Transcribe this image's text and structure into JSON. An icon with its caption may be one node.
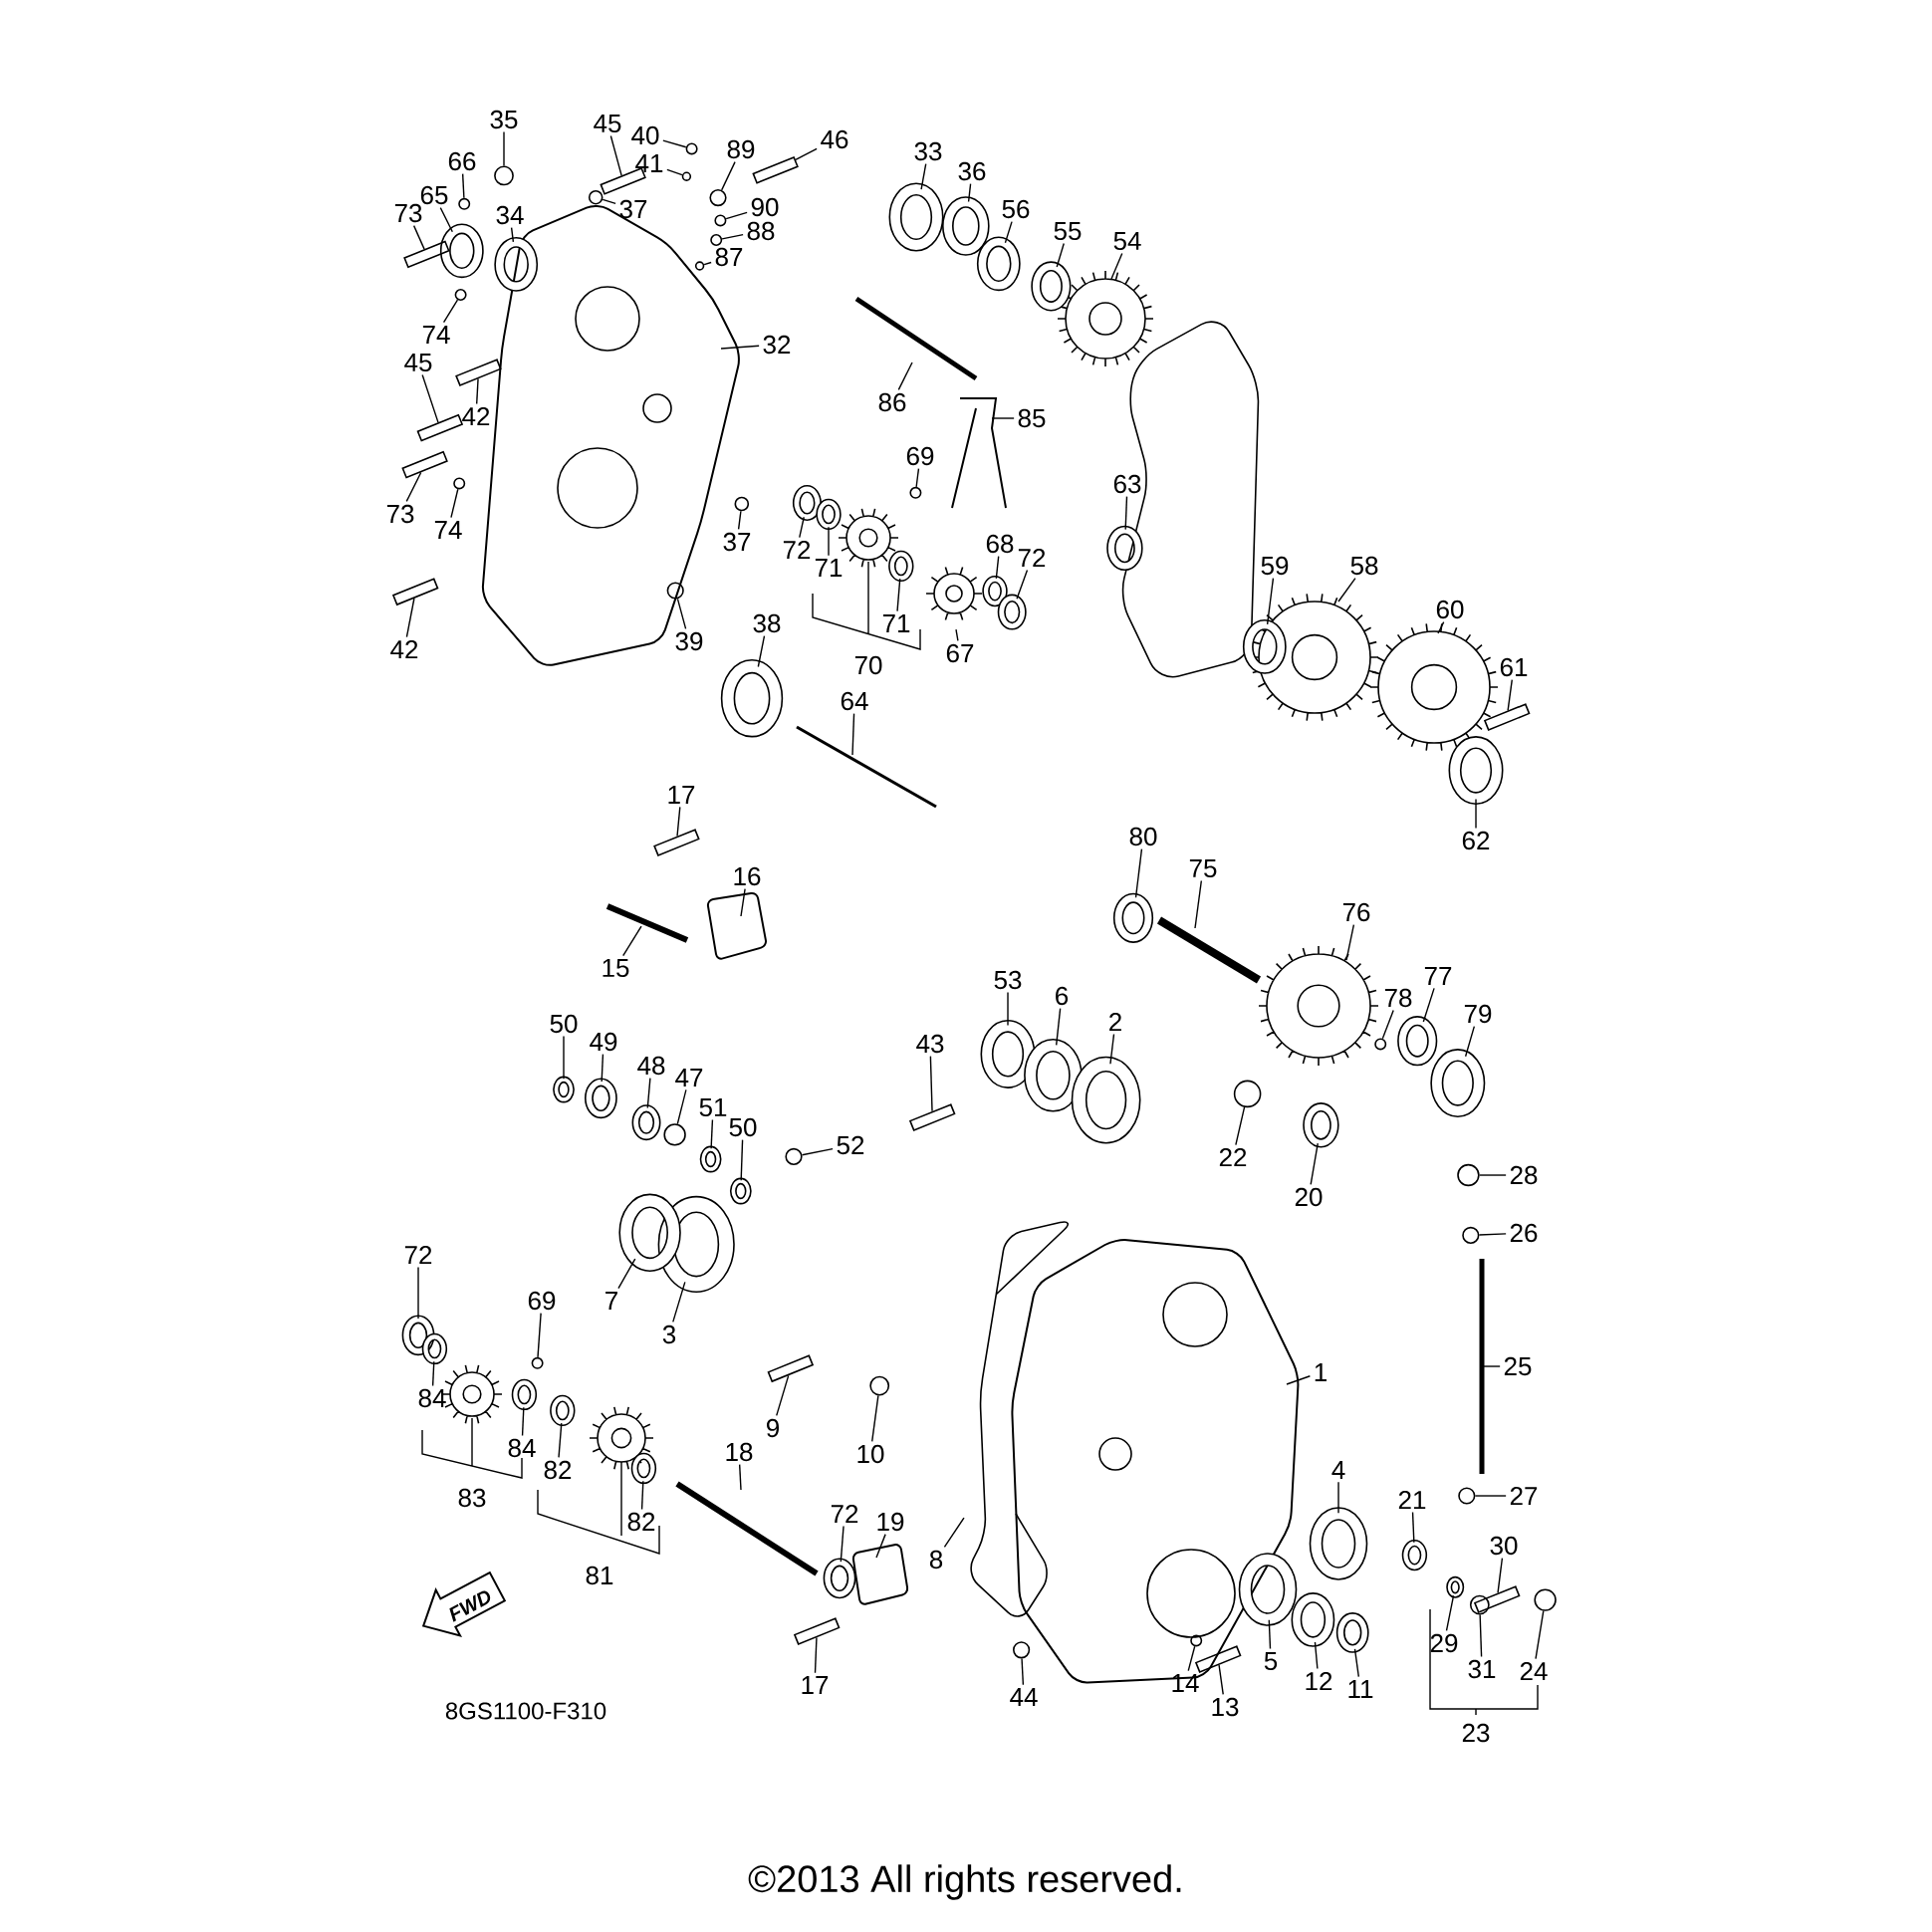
{
  "diagram": {
    "nodes": [
      {
        "text": [
          "35"
        ]
      },
      {
        "text": [
          "45"
        ]
      },
      {
        "text": [
          "40"
        ]
      },
      {
        "text": [
          "41"
        ]
      },
      {
        "text": [
          "89"
        ]
      },
      {
        "text": [
          "46"
        ]
      },
      {
        "text": [
          "33"
        ]
      },
      {
        "text": [
          "36"
        ]
      },
      {
        "text": [
          "56"
        ]
      },
      {
        "text": [
          "55"
        ]
      },
      {
        "text": [
          "54"
        ]
      },
      {
        "text": [
          "66"
        ]
      },
      {
        "text": [
          "65"
        ]
      },
      {
        "text": [
          "73"
        ]
      },
      {
        "text": [
          "34"
        ]
      },
      {
        "text": [
          "37"
        ]
      },
      {
        "text": [
          "90"
        ]
      },
      {
        "text": [
          "88"
        ]
      },
      {
        "text": [
          "87"
        ]
      },
      {
        "text": [
          "74"
        ]
      },
      {
        "text": [
          "32"
        ]
      },
      {
        "text": [
          "45"
        ]
      },
      {
        "text": [
          "42"
        ]
      },
      {
        "text": [
          "86"
        ]
      },
      {
        "text": [
          "85"
        ]
      },
      {
        "text": [
          "73"
        ]
      },
      {
        "text": [
          "74"
        ]
      },
      {
        "text": [
          "37"
        ]
      },
      {
        "text": [
          "72"
        ]
      },
      {
        "text": [
          "71"
        ]
      },
      {
        "text": [
          "69"
        ]
      },
      {
        "text": [
          "71"
        ]
      },
      {
        "text": [
          "68"
        ]
      },
      {
        "text": [
          "72"
        ]
      },
      {
        "text": [
          "67"
        ]
      },
      {
        "text": [
          "63"
        ]
      },
      {
        "text": [
          "59"
        ]
      },
      {
        "text": [
          "58"
        ]
      },
      {
        "text": [
          "60"
        ]
      },
      {
        "text": [
          "61"
        ]
      },
      {
        "text": [
          "62"
        ]
      },
      {
        "text": [
          "39"
        ]
      },
      {
        "text": [
          "42"
        ]
      },
      {
        "text": [
          "38"
        ]
      },
      {
        "text": [
          "64"
        ]
      },
      {
        "text": [
          "17"
        ]
      },
      {
        "text": [
          "16"
        ]
      },
      {
        "text": [
          "15"
        ]
      },
      {
        "text": [
          "80"
        ]
      },
      {
        "text": [
          "75"
        ]
      },
      {
        "text": [
          "76"
        ]
      },
      {
        "text": [
          "77"
        ]
      },
      {
        "text": [
          "78"
        ]
      },
      {
        "text": [
          "79"
        ]
      },
      {
        "text": [
          "50"
        ]
      },
      {
        "text": [
          "49"
        ]
      },
      {
        "text": [
          "48"
        ]
      },
      {
        "text": [
          "47"
        ]
      },
      {
        "text": [
          "51"
        ]
      },
      {
        "text": [
          "50"
        ]
      },
      {
        "text": [
          "52"
        ]
      },
      {
        "text": [
          "43"
        ]
      },
      {
        "text": [
          "53"
        ]
      },
      {
        "text": [
          "6"
        ]
      },
      {
        "text": [
          "2"
        ]
      },
      {
        "text": [
          "22"
        ]
      },
      {
        "text": [
          "20"
        ]
      },
      {
        "text": [
          "28"
        ]
      },
      {
        "text": [
          "26"
        ]
      },
      {
        "text": [
          "25"
        ]
      },
      {
        "text": [
          "1"
        ]
      },
      {
        "text": [
          "27"
        ]
      },
      {
        "text": [
          "21"
        ]
      },
      {
        "text": [
          "4"
        ]
      },
      {
        "text": [
          "30"
        ]
      },
      {
        "text": [
          "24"
        ]
      },
      {
        "text": [
          "29"
        ]
      },
      {
        "text": [
          "31"
        ]
      },
      {
        "text": [
          "5"
        ]
      },
      {
        "text": [
          "12"
        ]
      },
      {
        "text": [
          "11"
        ]
      },
      {
        "text": [
          "13"
        ]
      },
      {
        "text": [
          "14"
        ]
      },
      {
        "text": [
          "44"
        ]
      },
      {
        "text": [
          "8"
        ]
      },
      {
        "text": [
          "19"
        ]
      },
      {
        "text": [
          "72"
        ]
      },
      {
        "text": [
          "17"
        ]
      },
      {
        "text": [
          "18"
        ]
      },
      {
        "text": [
          "10"
        ]
      },
      {
        "text": [
          "9"
        ]
      },
      {
        "text": [
          "3"
        ]
      },
      {
        "text": [
          "7"
        ]
      },
      {
        "text": [
          "72"
        ]
      },
      {
        "text": [
          "69"
        ]
      },
      {
        "text": [
          "84"
        ]
      },
      {
        "text": [
          "84"
        ]
      },
      {
        "text": [
          "82"
        ]
      },
      {
        "text": [
          "82"
        ]
      },
      {
        "text": [
          "FWD"
        ]
      },
      {
        "text": [],
        "shape": "circle"
      },
      {
        "text": [],
        "shape": "picture"
      },
      {
        "text": [],
        "shape": "circle"
      },
      {
        "text": [],
        "shape": "circle"
      },
      {
        "text": [],
        "shape": "circle"
      },
      {
        "text": [],
        "shape": "picture"
      },
      {
        "text": [],
        "shape": "circle"
      },
      {
        "text": [],
        "shape": "circle"
      },
      {
        "text": [],
        "shape": "circle"
      },
      {
        "text": [],
        "shape": "circle"
      },
      {
        "text": [],
        "shape": "circle"
      },
      {
        "text": [],
        "shape": "circle"
      },
      {
        "text": [],
        "shape": "picture"
      },
      {
        "text": [],
        "shape": "circle"
      },
      {
        "text": [],
        "shape": "circle"
      },
      {
        "text": [],
        "shape": "circle"
      },
      {
        "text": [],
        "shape": "circle"
      },
      {
        "text": [],
        "shape": "circle"
      },
      {
        "text": [],
        "shape": "circle"
      },
      {
        "text": [],
        "shape": "picture"
      },
      {
        "text": [],
        "shape": "picture"
      },
      {
        "text": [],
        "shape": "picture"
      },
      {
        "text": [],
        "shape": "circle"
      },
      {
        "text": [],
        "shape": "circle"
      },
      {
        "text": [],
        "shape": "circle"
      },
      {
        "text": [],
        "shape": "circle"
      },
      {
        "text": [],
        "shape": "circle"
      },
      {
        "text": [],
        "shape": "circle"
      },
      {
        "text": [],
        "shape": "circle"
      },
      {
        "text": [],
        "shape": "circle"
      },
      {
        "text": [],
        "shape": "circle"
      },
      {
        "text": [],
        "shape": "circle"
      },
      {
        "text": [],
        "shape": "picture"
      },
      {
        "text": [],
        "shape": "circle"
      },
      {
        "text": [],
        "shape": "circle"
      },
      {
        "text": [],
        "shape": "picture"
      },
      {
        "text": [],
        "shape": "circle"
      },
      {
        "text": [],
        "shape": "picture"
      },
      {
        "text": [],
        "shape": "circle"
      },
      {
        "text": [],
        "shape": "circle"
      },
      {
        "text": [],
        "shape": "circle"
      },
      {
        "text": [],
        "shape": "circle"
      },
      {
        "text": [],
        "shape": "circle"
      },
      {
        "text": [],
        "shape": "circle"
      },
      {
        "text": [],
        "shape": "circle"
      },
      {
        "text": [],
        "shape": "circle"
      },
      {
        "text": [],
        "shape": "circle"
      },
      {
        "text": [],
        "shape": "circle"
      },
      {
        "text": [],
        "shape": "circle"
      },
      {
        "text": [],
        "shape": "picture"
      },
      {
        "text": [],
        "shape": "circle"
      },
      {
        "text": [],
        "shape": "circle"
      },
      {
        "text": [],
        "shape": "circle"
      },
      {
        "text": [],
        "shape": "circle"
      },
      {
        "text": [],
        "shape": "circle"
      },
      {
        "text": [],
        "shape": "circle"
      },
      {
        "text": [],
        "shape": "circle"
      },
      {
        "text": [],
        "shape": "circle"
      },
      {
        "text": [],
        "shape": "circle"
      },
      {
        "text": [],
        "shape": "circle"
      },
      {
        "text": [],
        "shape": "picture"
      },
      {
        "text": [],
        "shape": "circle"
      },
      {
        "text": [],
        "shape": "circle"
      },
      {
        "text": [],
        "shape": "circle"
      },
      {
        "text": [],
        "shape": "circle"
      },
      {
        "text": [],
        "shape": "circle"
      },
      {
        "text": [],
        "shape": "circle"
      },
      {
        "text": [],
        "shape": "picture"
      },
      {
        "text": [],
        "shape": "circle"
      },
      {
        "text": [],
        "shape": "circle"
      },
      {
        "text": [],
        "shape": "circle"
      },
      {
        "text": [],
        "shape": "picture"
      },
      {
        "text": [],
        "shape": "circle"
      },
      {
        "text": [],
        "shape": "picture"
      },
      {
        "text": [],
        "shape": "circle"
      },
      {
        "text": [],
        "shape": "circle"
      },
      {
        "text": [],
        "shape": "circle"
      },
      {
        "text": [],
        "shape": "circle"
      },
      {
        "text": [],
        "shape": "circle"
      },
      {
        "text": [],
        "shape": "circle"
      },
      {
        "text": [],
        "shape": "circle"
      },
      {
        "text": [],
        "shape": "circle"
      }
    ],
    "edges": [
      {
        "from": 0,
        "to": 100,
        "arrow": "none"
      },
      {
        "from": 1,
        "to": 101,
        "arrow": "none"
      },
      {
        "from": 2,
        "to": 102,
        "arrow": "none"
      },
      {
        "from": 3,
        "to": 103,
        "arrow": "none"
      },
      {
        "from": 4,
        "to": 104,
        "arrow": "none"
      },
      {
        "from": 5,
        "to": 105,
        "arrow": "none"
      },
      {
        "from": 6,
        "to": 106,
        "arrow": "none"
      },
      {
        "from": 7,
        "to": 107,
        "arrow": "none"
      },
      {
        "from": 8,
        "to": 108,
        "arrow": "none"
      },
      {
        "from": 9,
        "to": 109,
        "arrow": "none"
      },
      {
        "from": 10,
        "to": null,
        "arrow": "none"
      },
      {
        "from": 11,
        "to": 110,
        "arrow": "none"
      },
      {
        "from": 12,
        "to": 111,
        "arrow": "none"
      },
      {
        "from": 13,
        "to": 112,
        "arrow": "none"
      },
      {
        "from": 14,
        "to": 113,
        "arrow": "none"
      },
      {
        "from": 15,
        "to": 114,
        "arrow": "none"
      },
      {
        "from": 16,
        "to": 115,
        "arrow": "none"
      },
      {
        "from": 17,
        "to": 116,
        "arrow": "none"
      },
      {
        "from": 18,
        "to": 117,
        "arrow": "none"
      },
      {
        "from": 19,
        "to": 118,
        "arrow": "none"
      },
      {
        "from": 20,
        "to": null,
        "arrow": "none"
      },
      {
        "from": 21,
        "to": 119,
        "arrow": "none"
      },
      {
        "from": 22,
        "to": 120,
        "arrow": "none"
      },
      {
        "from": 23,
        "to": null,
        "arrow": "none"
      },
      {
        "from": 24,
        "to": null,
        "arrow": "none"
      },
      {
        "from": 25,
        "to": 121,
        "arrow": "none"
      },
      {
        "from": 26,
        "to": 122,
        "arrow": "none"
      },
      {
        "from": 27,
        "to": 123,
        "arrow": "none"
      },
      {
        "from": 28,
        "to": 124,
        "arrow": "none"
      },
      {
        "from": 29,
        "to": 125,
        "arrow": "none"
      },
      {
        "from": 30,
        "to": 126,
        "arrow": "none"
      },
      {
        "from": 31,
        "to": 127,
        "arrow": "none"
      },
      {
        "from": 32,
        "to": 128,
        "arrow": "none"
      },
      {
        "from": 33,
        "to": 129,
        "arrow": "none"
      },
      {
        "from": 34,
        "to": null,
        "arrow": "none"
      },
      {
        "from": 35,
        "to": 130,
        "arrow": "none"
      },
      {
        "from": 36,
        "to": 131,
        "arrow": "none"
      },
      {
        "from": 37,
        "to": null,
        "arrow": "none"
      },
      {
        "from": 38,
        "to": null,
        "arrow": "none"
      },
      {
        "from": 39,
        "to": 132,
        "arrow": "none"
      },
      {
        "from": 40,
        "to": 133,
        "arrow": "none"
      },
      {
        "from": 41,
        "to": 134,
        "arrow": "none"
      },
      {
        "from": 42,
        "to": 135,
        "arrow": "none"
      },
      {
        "from": 43,
        "to": 136,
        "arrow": "none"
      },
      {
        "from": 44,
        "to": null,
        "arrow": "none"
      },
      {
        "from": 45,
        "to": 137,
        "arrow": "none"
      },
      {
        "from": 46,
        "to": null,
        "arrow": "none"
      },
      {
        "from": 47,
        "to": null,
        "arrow": "none"
      },
      {
        "from": 48,
        "to": 138,
        "arrow": "none"
      },
      {
        "from": 49,
        "to": null,
        "arrow": "none"
      },
      {
        "from": 50,
        "to": null,
        "arrow": "none"
      },
      {
        "from": 51,
        "to": 139,
        "arrow": "none"
      },
      {
        "from": 52,
        "to": 140,
        "arrow": "none"
      },
      {
        "from": 53,
        "to": 141,
        "arrow": "none"
      },
      {
        "from": 54,
        "to": 142,
        "arrow": "none"
      },
      {
        "from": 55,
        "to": 143,
        "arrow": "none"
      },
      {
        "from": 56,
        "to": 144,
        "arrow": "none"
      },
      {
        "from": 57,
        "to": 145,
        "arrow": "none"
      },
      {
        "from": 58,
        "to": 146,
        "arrow": "none"
      },
      {
        "from": 59,
        "to": 147,
        "arrow": "none"
      },
      {
        "from": 60,
        "to": 148,
        "arrow": "none"
      },
      {
        "from": 61,
        "to": 149,
        "arrow": "none"
      },
      {
        "from": 62,
        "to": 150,
        "arrow": "none"
      },
      {
        "from": 63,
        "to": 151,
        "arrow": "none"
      },
      {
        "from": 64,
        "to": 152,
        "arrow": "none"
      },
      {
        "from": 65,
        "to": 153,
        "arrow": "none"
      },
      {
        "from": 66,
        "to": 154,
        "arrow": "none"
      },
      {
        "from": 67,
        "to": 155,
        "arrow": "none"
      },
      {
        "from": 68,
        "to": 156,
        "arrow": "none"
      },
      {
        "from": 69,
        "to": null,
        "arrow": "none"
      },
      {
        "from": 70,
        "to": null,
        "arrow": "none"
      },
      {
        "from": 71,
        "to": 157,
        "arrow": "none"
      },
      {
        "from": 72,
        "to": 158,
        "arrow": "none"
      },
      {
        "from": 73,
        "to": 159,
        "arrow": "none"
      },
      {
        "from": 74,
        "to": 160,
        "arrow": "none"
      },
      {
        "from": 75,
        "to": 161,
        "arrow": "none"
      },
      {
        "from": 76,
        "to": 162,
        "arrow": "none"
      },
      {
        "from": 77,
        "to": 163,
        "arrow": "none"
      },
      {
        "from": 78,
        "to": 164,
        "arrow": "none"
      },
      {
        "from": 79,
        "to": 165,
        "arrow": "none"
      },
      {
        "from": 80,
        "to": 166,
        "arrow": "none"
      },
      {
        "from": 81,
        "to": 167,
        "arrow": "none"
      },
      {
        "from": 82,
        "to": 168,
        "arrow": "none"
      },
      {
        "from": 83,
        "to": 169,
        "arrow": "none"
      },
      {
        "from": 84,
        "to": null,
        "arrow": "none"
      },
      {
        "from": 85,
        "to": null,
        "arrow": "none"
      },
      {
        "from": 86,
        "to": 170,
        "arrow": "none"
      },
      {
        "from": 87,
        "to": 171,
        "arrow": "none"
      },
      {
        "from": 88,
        "to": null,
        "arrow": "none"
      },
      {
        "from": 89,
        "to": 172,
        "arrow": "none"
      },
      {
        "from": 90,
        "to": 173,
        "arrow": "none"
      },
      {
        "from": 91,
        "to": 174,
        "arrow": "none"
      },
      {
        "from": 92,
        "to": 175,
        "arrow": "none"
      },
      {
        "from": 93,
        "to": 176,
        "arrow": "none"
      },
      {
        "from": 94,
        "to": 177,
        "arrow": "none"
      },
      {
        "from": 95,
        "to": 178,
        "arrow": "none"
      },
      {
        "from": 96,
        "to": 179,
        "arrow": "none"
      },
      {
        "from": 97,
        "to": 180,
        "arrow": "none"
      },
      {
        "from": 98,
        "to": 181,
        "arrow": "none"
      }
    ],
    "labels": [
      "70",
      "83",
      "81",
      "23",
      "8GS1100-F310",
      "©2013 All rights reserved."
    ]
  }
}
